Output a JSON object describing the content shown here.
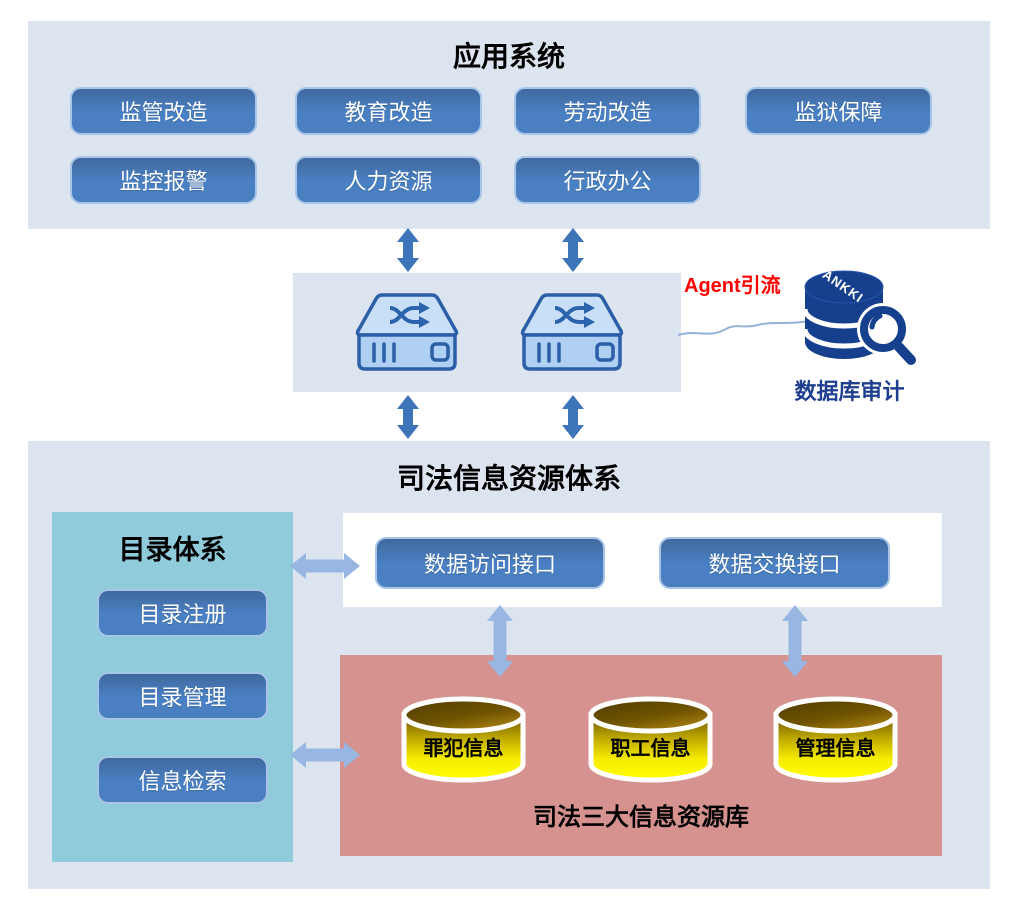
{
  "app_panel": {
    "title": "应用系统",
    "buttons": [
      "监管改造",
      "教育改造",
      "劳动改造",
      "监狱保障",
      "监控报警",
      "人力资源",
      "行政办公"
    ]
  },
  "network": {
    "agent_label": "Agent引流",
    "audit_brand": "ANKKI",
    "audit_label": "数据库审计",
    "icons": [
      "network-switch-icon",
      "network-switch-icon",
      "database-audit-magnifier-icon"
    ]
  },
  "resource_panel": {
    "title": "司法信息资源体系",
    "catalog": {
      "title": "目录体系",
      "buttons": [
        "目录注册",
        "目录管理",
        "信息检索"
      ]
    },
    "interfaces": [
      "数据访问接口",
      "数据交换接口"
    ],
    "repository": {
      "title": "司法三大信息资源库",
      "databases": [
        "罪犯信息",
        "职工信息",
        "管理信息"
      ]
    }
  },
  "colors": {
    "panel_bg": "#dce4f0",
    "catalog_bg": "#8fcbda",
    "repository_bg": "#d5928f",
    "button_blue": "#4a80c4",
    "dark_arrow": "#3e74b8",
    "light_arrow": "#98b6e2",
    "audit_navy": "#16408e",
    "agent_red": "#ff0000",
    "cylinder_yellow": "#ffff00"
  }
}
